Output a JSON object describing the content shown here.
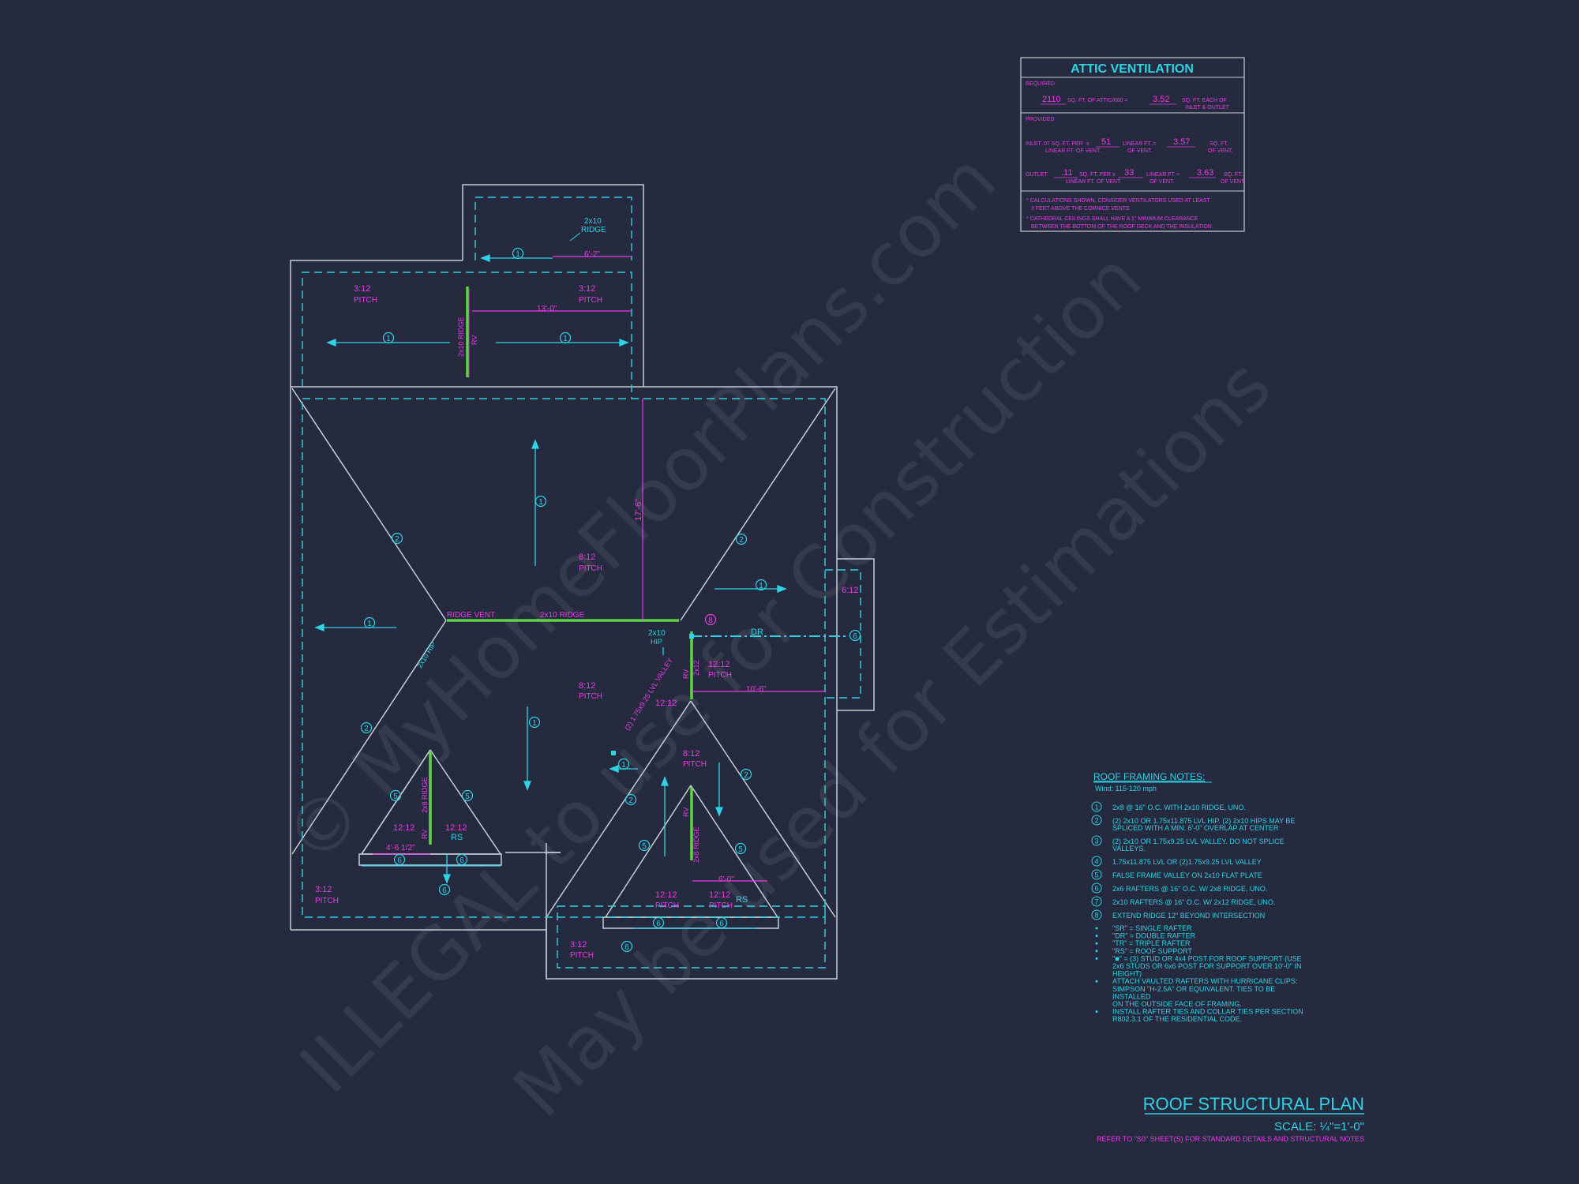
{
  "colors": {
    "background": "#252a3e",
    "outline": "#c9ccd4",
    "dash": "#2fd3e6",
    "dimension": "#e83ce6",
    "ridge": "#5fd444"
  },
  "watermark": {
    "line1": "© MyHomeFloorPlans.com",
    "line2": "ILLEGAL to use for Construction",
    "line3": "May be used for Estimations"
  },
  "attic": {
    "title": "ATTIC VENTILATION",
    "required_label": "REQUIRED",
    "req_value1": "2110",
    "req_text1": "SQ. FT. OF ATTIC/600 =",
    "req_value2": "3.52",
    "req_text2a": "SQ. FT. EACH OF",
    "req_text2b": "INLET & OUTLET",
    "provided_label": "PROVIDED",
    "inlet_label": "INLET",
    "inlet_a": ".07 SQ. FT. PER",
    "inlet_b": "LINEAR FT. OF VENT.",
    "inlet_x": "x",
    "inlet_value": "51",
    "inlet_c": "LINEAR FT.",
    "inlet_d": "OF VENT.",
    "inlet_eq": "=",
    "inlet_result": "3.57",
    "inlet_e": "SQ. FT.",
    "inlet_f": "OF VENT.",
    "outlet_label": "OUTLET",
    "outlet_rate": ".11",
    "outlet_a": "SQ. FT. PER x",
    "outlet_b": "LINEAR FT. OF VENT.",
    "outlet_value": "33",
    "outlet_c": "LINEAR FT.",
    "outlet_d": "OF VENT.",
    "outlet_eq": "=",
    "outlet_result": "3.63",
    "outlet_e": "SQ. FT.",
    "outlet_f": "OF VENT.",
    "note1a": "* CALCULATIONS SHOWN, CONSIDER VENTILATORS USED AT LEAST",
    "note1b": "3 FEET ABOVE THE CORNICE VENTS",
    "note2a": "* CATHEDRAL CEILINGS SHALL HAVE A 1\" MINIMUM CLEARANCE",
    "note2b": "BETWEEN THE BOTTOM OF THE ROOF DECK AND THE INSULATION."
  },
  "plan_labels": {
    "ridge_2x10": "2x10",
    "ridge_word": "RIDGE",
    "dim_6_2": "6'-2\"",
    "pitch_3_12": "3:12",
    "pitch_word": "PITCH",
    "dim_13_0": "13'-0\"",
    "ridge_2x10_vertical": "2x10 RIDGE",
    "rv": "RV",
    "dim_17_6": "17'-6\"",
    "pitch_8_12": "8:12",
    "ridge_vent": "RIDGE VENT",
    "ridge_2x10_main": "2x10 RIDGE",
    "hip_2x10": "2x10",
    "hip_word": "HIP",
    "hip_2x10_diag": "2x10 HIP",
    "dr": "DR",
    "pitch_6_12": "6:12",
    "pitch_12_12": "12:12",
    "dim_10_6": "10'-6\"",
    "valley": "(2) 1.75x9.25 LVL VALLEY",
    "ridge_2x12": "2x12",
    "ridge_2x8": "2x8 RIDGE",
    "dim_4_6": "4'-6 1/2\"",
    "rs": "RS",
    "dim_6_0": "6'-0\""
  },
  "callouts": {
    "c1": "1",
    "c2": "2",
    "c5": "5",
    "c6": "6",
    "c8": "8"
  },
  "framing_notes": {
    "title": "ROOF FRAMING NOTES:",
    "wind": "Wind: 115-120 mph",
    "notes": [
      {
        "n": "1",
        "l1": "2x8 @ 16\" O.C. WITH 2x10 RIDGE, UNO.",
        "l2": ""
      },
      {
        "n": "2",
        "l1": "(2) 2x10 OR 1.75x11.875 LVL HIP. (2) 2x10 HIPS MAY BE",
        "l2": "SPLICED WITH A MIN. 6'-0\" OVERLAP AT CENTER"
      },
      {
        "n": "3",
        "l1": "(2) 2x10 OR 1.75x9.25 LVL VALLEY. DO NOT SPLICE",
        "l2": "VALLEYS."
      },
      {
        "n": "4",
        "l1": "1.75x11.875 LVL OR (2)1.75x9.25 LVL VALLEY",
        "l2": ""
      },
      {
        "n": "5",
        "l1": "FALSE FRAME VALLEY ON 2x10 FLAT PLATE",
        "l2": ""
      },
      {
        "n": "6",
        "l1": "2x6 RAFTERS @ 16\" O.C. W/ 2x8 RIDGE, UNO.",
        "l2": ""
      },
      {
        "n": "7",
        "l1": "2x10 RAFTERS @ 16\" O.C. W/ 2x12 RIDGE, UNO.",
        "l2": ""
      },
      {
        "n": "8",
        "l1": "EXTEND RIDGE 12\" BEYOND INTERSECTION",
        "l2": ""
      }
    ],
    "bullets": [
      "\"SR\"  = SINGLE RAFTER",
      "\"DR\"  = DOUBLE RAFTER",
      "\"TR\"  = TRIPLE RAFTER",
      "\"RS\"  = ROOF SUPPORT",
      "\"■\" = (3) STUD OR 4x4 POST FOR ROOF SUPPORT (USE",
      "2x6 STUDS OR 6x6 POST FOR SUPPORT OVER 10'-0\" IN",
      "HEIGHT)",
      "ATTACH VAULTED RAFTERS WITH HURRICANE CLIPS:",
      "SIMPSON \"H-2.5A\" OR EQUIVALENT. TIES TO BE",
      "INSTALLED",
      "ON THE OUTSIDE FACE OF FRAMING.",
      "INSTALL RAFTER TIES AND COLLAR TIES PER SECTION",
      "R802.3.1 OF THE  RESIDENTIAL CODE."
    ]
  },
  "title_block": {
    "title": "ROOF STRUCTURAL PLAN",
    "scale": "SCALE: ¼\"=1'-0\"",
    "refer": "REFER TO \"S0\" SHEET(S) FOR STANDARD DETAILS AND STRUCTURAL NOTES"
  }
}
